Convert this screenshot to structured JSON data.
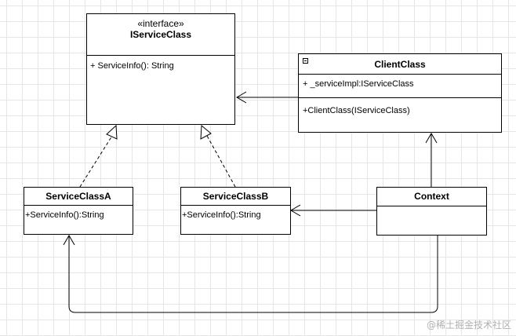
{
  "diagram": {
    "iservice": {
      "stereotype": "«interface»",
      "name": "IServiceClass",
      "methods": [
        "+ ServiceInfo(): String"
      ]
    },
    "client": {
      "name": "ClientClass",
      "attributes": [
        "+ _serviceImpl:IServiceClass"
      ],
      "methods": [
        "+ClientClass(IServiceClass)"
      ]
    },
    "service_a": {
      "name": "ServiceClassA",
      "methods": [
        "+ServiceInfo():String"
      ]
    },
    "service_b": {
      "name": "ServiceClassB",
      "methods": [
        "+ServiceInfo():String"
      ]
    },
    "context": {
      "name": "Context"
    }
  },
  "watermark": "@稀土掘金技术社区"
}
